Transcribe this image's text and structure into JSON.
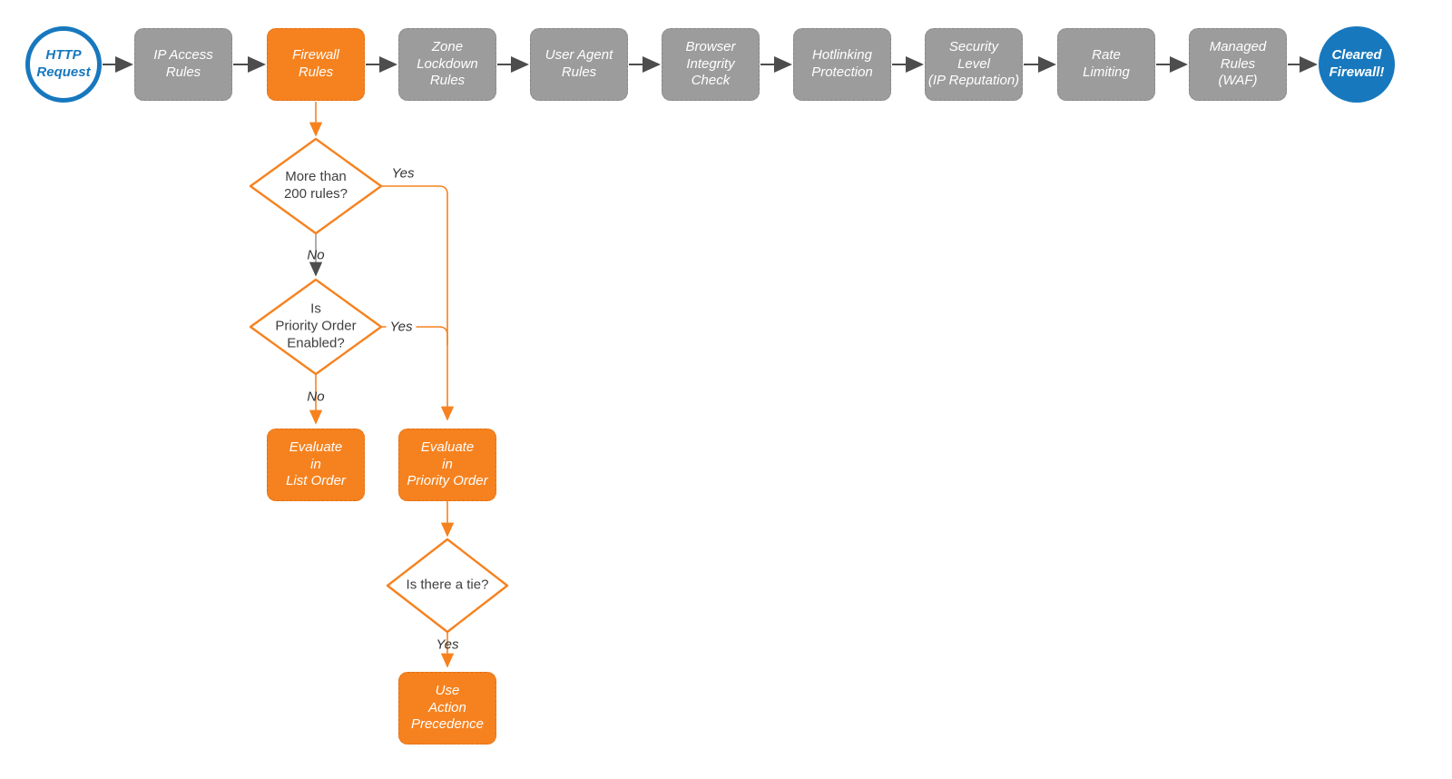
{
  "colors": {
    "accent_orange": "#F6821F",
    "accent_blue": "#1778BE",
    "step_gray": "#9C9C9C",
    "connector_dark": "#4D4D4D",
    "text_dark": "#3F3F3F"
  },
  "flow": {
    "start": {
      "label": "HTTP\nRequest"
    },
    "steps": [
      {
        "label": "IP Access\nRules",
        "state": "default"
      },
      {
        "label": "Firewall\nRules",
        "state": "active"
      },
      {
        "label": "Zone\nLockdown\nRules",
        "state": "default"
      },
      {
        "label": "User Agent\nRules",
        "state": "default"
      },
      {
        "label": "Browser\nIntegrity\nCheck",
        "state": "default"
      },
      {
        "label": "Hotlinking\nProtection",
        "state": "default"
      },
      {
        "label": "Security\nLevel\n(IP Reputation)",
        "state": "default"
      },
      {
        "label": "Rate\nLimiting",
        "state": "default"
      },
      {
        "label": "Managed\nRules\n(WAF)",
        "state": "default"
      }
    ],
    "end": {
      "label": "Cleared\nFirewall!"
    }
  },
  "branch": {
    "decisions": [
      {
        "label": "More than\n200 rules?"
      },
      {
        "label": "Is\nPriority Order\nEnabled?"
      },
      {
        "label": "Is there a tie?"
      }
    ],
    "edge_labels": {
      "d1_yes": "Yes",
      "d1_no": "No",
      "d2_yes": "Yes",
      "d2_no": "No",
      "d3_yes": "Yes"
    },
    "actions": [
      {
        "label": "Evaluate\nin\nList Order"
      },
      {
        "label": "Evaluate\nin\nPriority Order"
      },
      {
        "label": "Use\nAction\nPrecedence"
      }
    ]
  }
}
